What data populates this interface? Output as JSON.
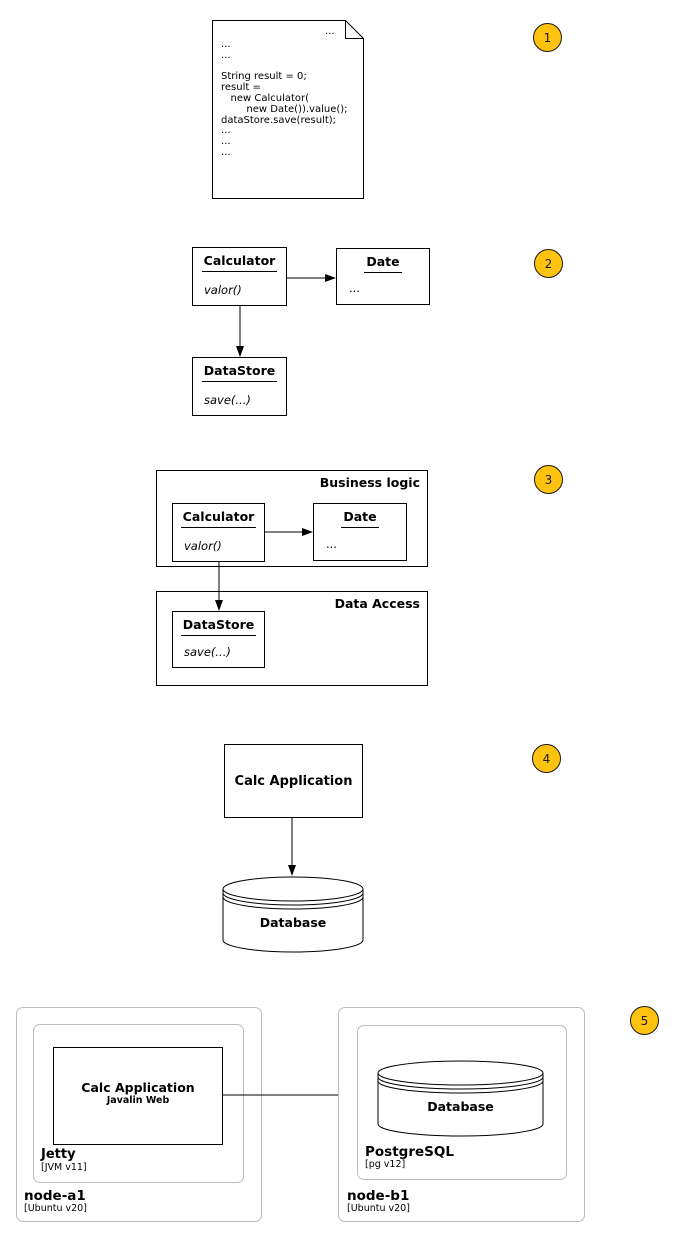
{
  "colors": {
    "badge_fill": "#FFC20E",
    "badge_border": "#1a1a1a",
    "stroke": "#000000",
    "node_border": "#bbbbbb"
  },
  "badges": {
    "b1": "1",
    "b2": "2",
    "b3": "3",
    "b4": "4",
    "b5": "5"
  },
  "code_card": {
    "corner_dots": "...",
    "code": "...\n...\n\nString result = 0;\nresult =\n   new Calculator(\n        new Date()).value();\ndataStore.save(result);\n...\n...\n..."
  },
  "class_diagram": {
    "calculator": {
      "name": "Calculator",
      "method": "valor()"
    },
    "date": {
      "name": "Date",
      "body": "..."
    },
    "datastore": {
      "name": "DataStore",
      "method": "save(...)"
    }
  },
  "package_diagram": {
    "business_logic_label": "Business logic",
    "data_access_label": "Data Access",
    "calculator": {
      "name": "Calculator",
      "method": "valor()"
    },
    "date": {
      "name": "Date",
      "body": "..."
    },
    "datastore": {
      "name": "DataStore",
      "method": "save(...)"
    }
  },
  "component_diagram": {
    "app_label": "Calc Application",
    "database_label": "Database"
  },
  "deployment_diagram": {
    "node_a": {
      "name": "node-a1",
      "stereotype": "[Ubuntu v20]"
    },
    "jetty": {
      "name": "Jetty",
      "stereotype": "[JVM v11]"
    },
    "app": {
      "name": "Calc Application",
      "sub": "Javalin Web"
    },
    "node_b": {
      "name": "node-b1",
      "stereotype": "[Ubuntu v20]"
    },
    "postgres": {
      "name": "PostgreSQL",
      "stereotype": "[pg v12]"
    },
    "database_label": "Database"
  }
}
